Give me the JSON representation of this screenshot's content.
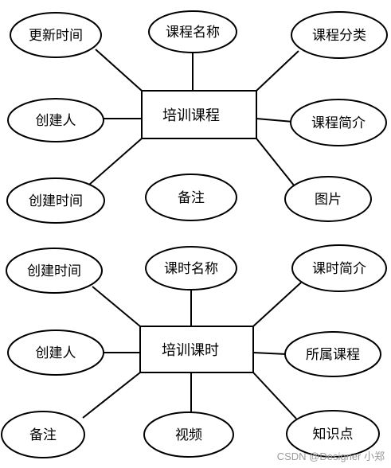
{
  "diagrams": [
    {
      "entity": "培训课程",
      "attributes": [
        "更新时间",
        "课程名称",
        "课程分类",
        "创建人",
        "课程简介",
        "创建时间",
        "备注",
        "图片"
      ]
    },
    {
      "entity": "培训课时",
      "attributes": [
        "创建时间",
        "课时名称",
        "课时简介",
        "创建人",
        "所属课程",
        "备注",
        "视频",
        "知识点"
      ]
    }
  ],
  "watermark": "CSDN @Designer 小郑"
}
